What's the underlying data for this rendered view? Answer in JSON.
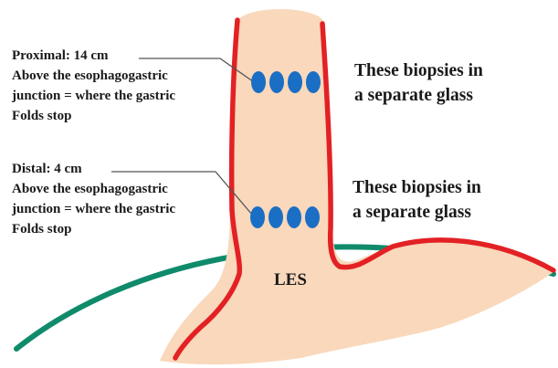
{
  "proximal": {
    "heading": "Proximal: 14 cm",
    "lines": [
      "Above the esophagogastric",
      "junction = where the gastric",
      "Folds stop"
    ],
    "note": [
      "These biopsies in",
      "a separate glass"
    ]
  },
  "distal": {
    "heading": "Distal: 4 cm",
    "lines": [
      "Above the esophagogastric",
      "junction = where the gastric",
      "Folds stop"
    ],
    "note": [
      "These biopsies in",
      "a separate glass"
    ]
  },
  "les_label": "LES",
  "biopsies_per_level": 4,
  "colors": {
    "tissue": "#f9d8bc",
    "wall": "#e32124",
    "diaphragm": "#0f8b6b",
    "biopsy": "#1a6fc4",
    "pointer": "#555555",
    "text": "#1a1a1a"
  }
}
